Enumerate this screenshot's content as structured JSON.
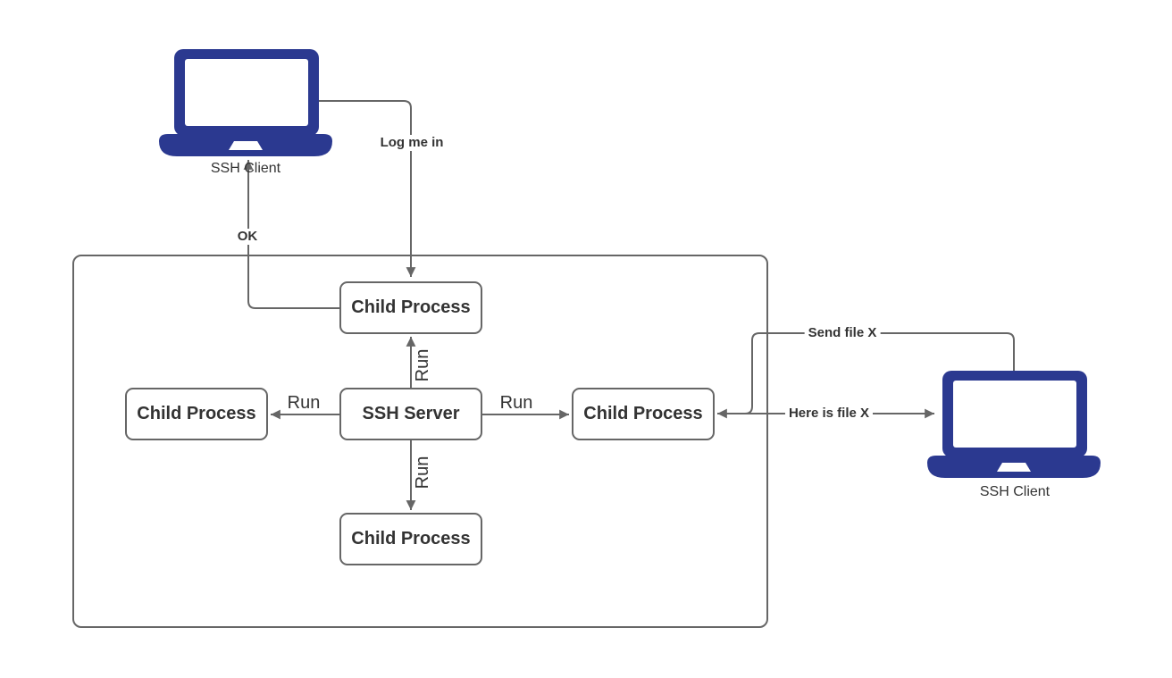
{
  "diagram": {
    "title": "SSH client-server process diagram",
    "nodes": {
      "child_top": "Child Process",
      "child_left": "Child Process",
      "server": "SSH Server",
      "child_right": "Child Process",
      "child_bottom": "Child Process"
    },
    "clients": {
      "left_label": "SSH Client",
      "right_label": "SSH Client"
    },
    "edges": {
      "log_me_in": "Log me in",
      "ok": "OK",
      "run_up": "Run",
      "run_down": "Run",
      "run_left": "Run",
      "run_right": "Run",
      "send_file": "Send file X",
      "here_is_file": "Here is file X"
    },
    "colors": {
      "laptop": "#2b3990",
      "stroke": "#666666",
      "text": "#333333"
    }
  }
}
